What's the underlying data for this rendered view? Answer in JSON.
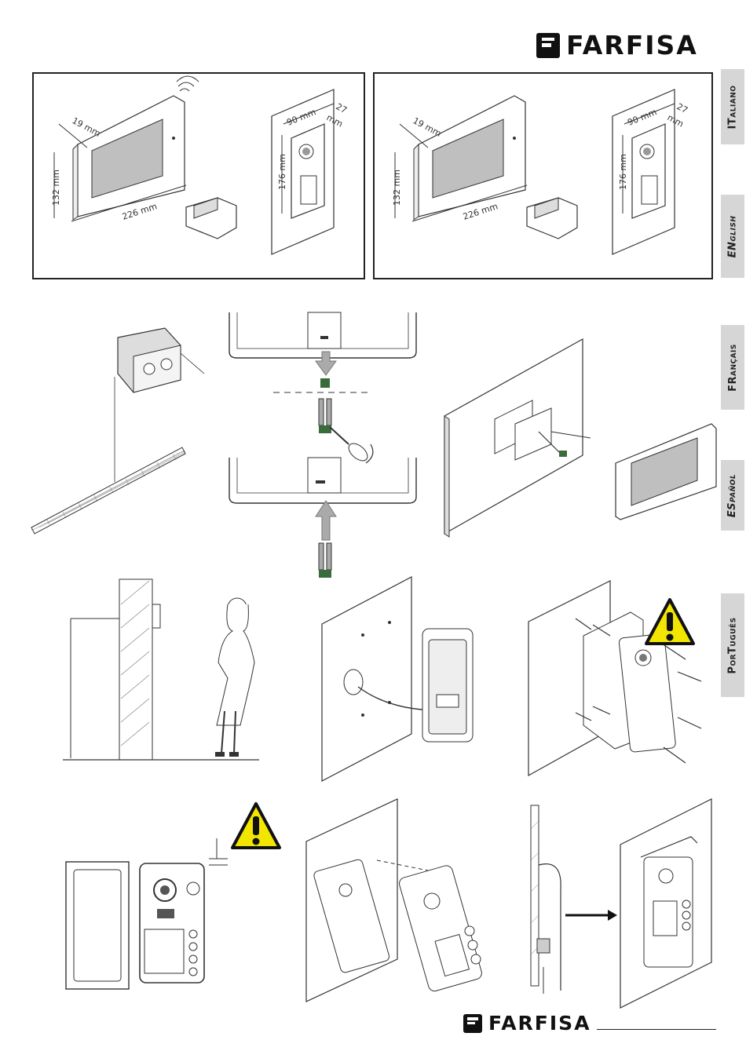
{
  "brand": {
    "name": "FARFISA"
  },
  "languages": [
    {
      "code": "IT",
      "label": "ITaliano"
    },
    {
      "code": "EN",
      "label": "ENglish"
    },
    {
      "code": "FR",
      "label": "FRançais"
    },
    {
      "code": "ES",
      "label": "ESpañol"
    },
    {
      "code": "PT",
      "label": "PorTuguês"
    }
  ],
  "dimensions": {
    "depth": "19 mm",
    "height": "132 mm",
    "width": "226 mm",
    "panel_width": "90 mm",
    "panel_depth": "27",
    "panel_depth_unit": "mm",
    "panel_height": "176 mm"
  },
  "colors": {
    "tab_bg": "#d6d6d6",
    "warning_yellow": "#f2e600",
    "connector_green": "#3a6b3a"
  },
  "icons": [
    "farfisa-logo-icon",
    "warning-icon",
    "screwdriver-icon",
    "arrow-icon",
    "wifi-icon"
  ]
}
